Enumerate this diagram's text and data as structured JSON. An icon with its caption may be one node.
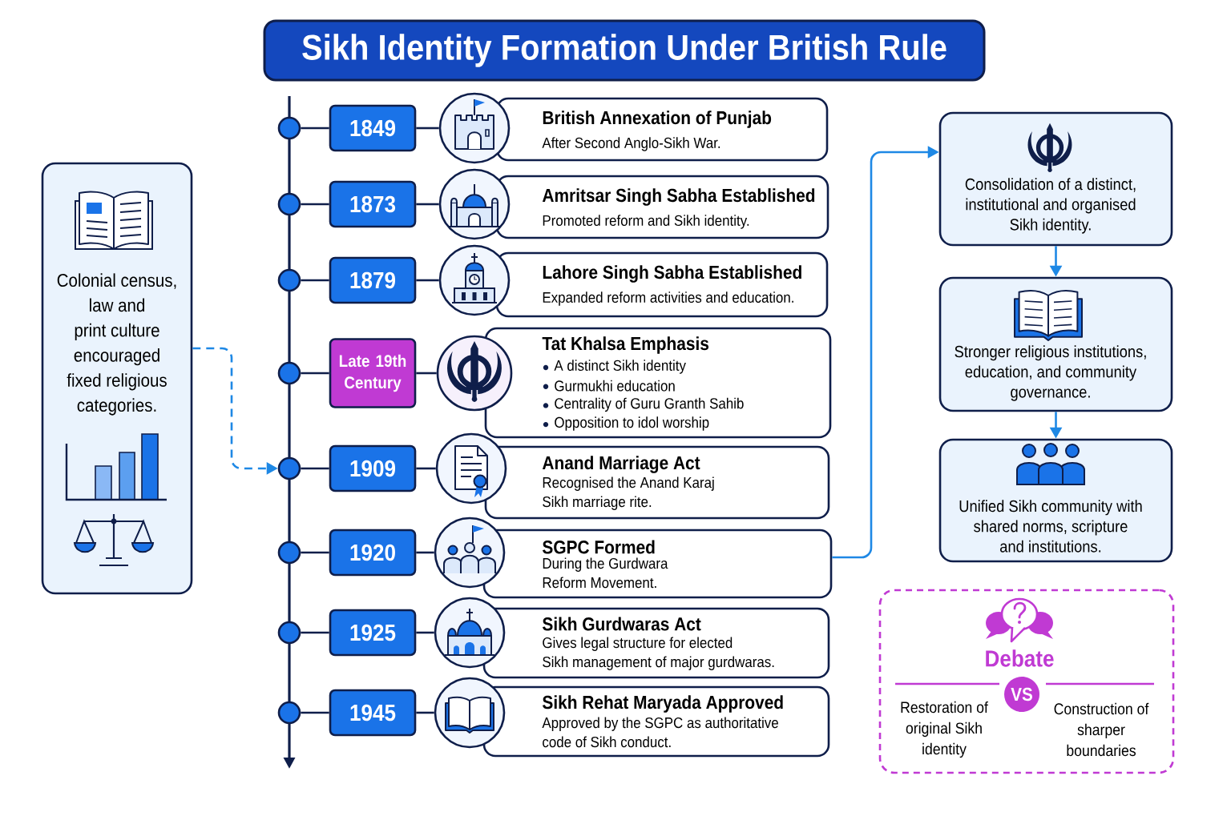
{
  "diagram": {
    "title": "Sikh Identity Formation Under British Rule",
    "nodes": [
      {
        "text": [
          "Colonial census, law and print culture encouraged fixed religious categories."
        ]
      },
      {
        "text": [],
        "shape": "circle"
      },
      {
        "text": [
          "1849"
        ]
      },
      {
        "text": [],
        "shape": "circle"
      },
      {
        "text": [
          "British Annexation of Punjab",
          "After Second Anglo-Sikh War."
        ]
      },
      {
        "text": [],
        "shape": "circle"
      },
      {
        "text": [
          "1873"
        ]
      },
      {
        "text": [],
        "shape": "circle"
      },
      {
        "text": [
          "Amritsar Singh Sabha Established",
          "Promoted reform and Sikh identity."
        ]
      },
      {
        "text": [],
        "shape": "circle"
      },
      {
        "text": [
          "1879"
        ]
      },
      {
        "text": [],
        "shape": "circle"
      },
      {
        "text": [
          "Lahore Singh Sabha Established",
          "Expanded reform activities and education."
        ]
      },
      {
        "text": [],
        "shape": "circle"
      },
      {
        "text": [
          "Late 19th Century"
        ]
      },
      {
        "text": [],
        "shape": "circle"
      },
      {
        "text": [
          "Tat Khalsa Emphasis",
          "A distinct Sikh identity",
          "Gurmukhi education",
          "Centrality of Guru Granth Sahib",
          "Opposition to idol worship"
        ]
      },
      {
        "text": [],
        "shape": "circle"
      },
      {
        "text": [
          "1909"
        ]
      },
      {
        "text": [],
        "shape": "circle"
      },
      {
        "text": [
          "Anand Marriage Act",
          "Recognised the Anand Karaj Sikh marriage rite."
        ]
      },
      {
        "text": [],
        "shape": "circle"
      },
      {
        "text": [
          "1920"
        ]
      },
      {
        "text": [],
        "shape": "circle"
      },
      {
        "text": [
          "SGPC Formed",
          "During the Gurdwara Reform Movement."
        ]
      },
      {
        "text": [],
        "shape": "circle"
      },
      {
        "text": [
          "1925"
        ]
      },
      {
        "text": [],
        "shape": "circle"
      },
      {
        "text": [
          "Sikh Gurdwaras Act",
          "Gives legal structure for elected Sikh management of major gurdwaras."
        ]
      },
      {
        "text": [],
        "shape": "circle"
      },
      {
        "text": [
          "1945"
        ]
      },
      {
        "text": [],
        "shape": "circle"
      },
      {
        "text": [
          "Sikh Rehat Maryada Approved",
          "Approved by the SGPC as authoritative code of Sikh conduct."
        ]
      },
      {
        "text": [
          "Consolidation of a distinct, institutional and organised Sikh identity."
        ]
      },
      {
        "text": [
          "Stronger religious institutions, education, and community governance."
        ]
      },
      {
        "text": [
          "Unified Sikh community with shared norms, scripture and institutions."
        ]
      },
      {
        "text": [
          "Debate",
          "Restoration of original Sikh identity",
          "Construction of sharper boundaries"
        ]
      },
      {
        "text": [
          "VS"
        ],
        "in": 36
      }
    ],
    "edges": [
      {
        "from": 1,
        "to": 2,
        "arrow": "none"
      },
      {
        "from": 2,
        "to": 3,
        "arrow": "none"
      },
      {
        "from": 5,
        "to": 6,
        "arrow": "none"
      },
      {
        "from": 6,
        "to": 7,
        "arrow": "none"
      },
      {
        "from": 9,
        "to": 10,
        "arrow": "none"
      },
      {
        "from": 10,
        "to": 11,
        "arrow": "none"
      },
      {
        "from": 13,
        "to": 14,
        "arrow": "none"
      },
      {
        "from": 14,
        "to": 15,
        "arrow": "none"
      },
      {
        "from": 17,
        "to": 18,
        "arrow": "none"
      },
      {
        "from": 18,
        "to": 19,
        "arrow": "none"
      },
      {
        "from": 21,
        "to": 22,
        "arrow": "none"
      },
      {
        "from": 22,
        "to": 23,
        "arrow": "none"
      },
      {
        "from": 25,
        "to": 26,
        "arrow": "none"
      },
      {
        "from": 26,
        "to": 27,
        "arrow": "none"
      },
      {
        "from": 29,
        "to": 30,
        "arrow": "none"
      },
      {
        "from": 30,
        "to": 31,
        "arrow": "none"
      },
      {
        "from": 0,
        "to": 17,
        "arrow": "to",
        "style": "dashed",
        "color": "#1e88e5"
      },
      {
        "from": 24,
        "to": 33,
        "arrow": "to",
        "color": "#1e88e5"
      },
      {
        "from": 33,
        "to": 34,
        "arrow": "to",
        "color": "#1e88e5"
      },
      {
        "from": 34,
        "to": 35,
        "arrow": "to",
        "color": "#1e88e5"
      }
    ]
  }
}
